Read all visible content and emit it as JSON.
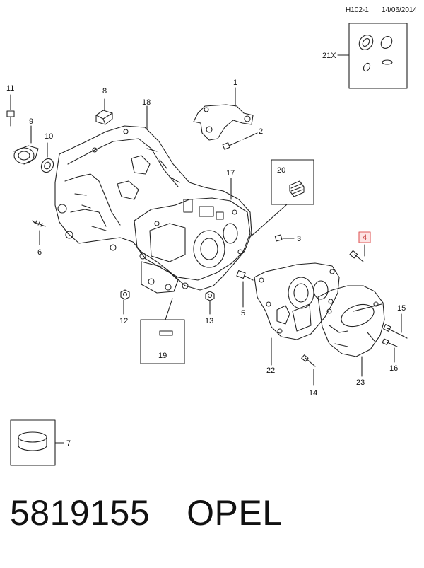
{
  "header": {
    "page_code": "H102-1",
    "date": "14/06/2014"
  },
  "callouts": {
    "c1": "1",
    "c2": "2",
    "c3": "3",
    "c4": "4",
    "c5": "5",
    "c6": "6",
    "c7": "7",
    "c8": "8",
    "c9": "9",
    "c10": "10",
    "c11": "11",
    "c12": "12",
    "c13": "13",
    "c14": "14",
    "c15": "15",
    "c16": "16",
    "c17": "17",
    "c18": "18",
    "c19": "19",
    "c20": "20",
    "c21": "21X",
    "c22": "22",
    "c23": "23"
  },
  "highlight": {
    "callout": "4",
    "color": "#e05a5a"
  },
  "footer": {
    "part_number": "5819155",
    "brand": "OPEL"
  }
}
